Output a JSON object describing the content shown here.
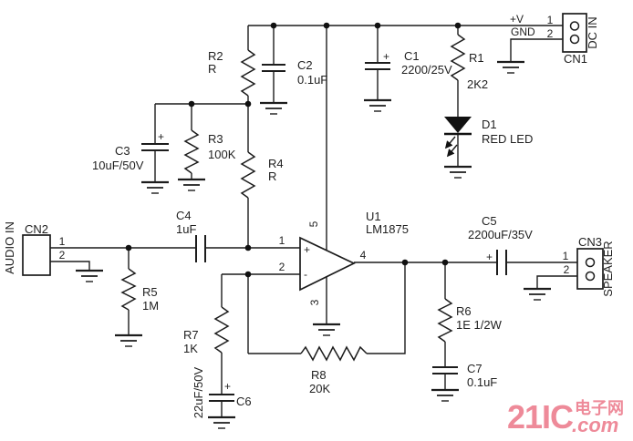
{
  "description": "LM1875 audio power amplifier schematic",
  "power": {
    "vplus": "+V",
    "gnd": "GND"
  },
  "ic": {
    "ref": "U1",
    "part": "LM1875",
    "pin_in_plus": "1",
    "pin_in_minus": "2",
    "pin_gnd": "3",
    "pin_out": "4",
    "pin_vcc": "5",
    "plus": "+",
    "minus": "-"
  },
  "resistors": {
    "R1": {
      "ref": "R1",
      "value": "2K2"
    },
    "R2": {
      "ref": "R2",
      "value": "R"
    },
    "R3": {
      "ref": "R3",
      "value": "100K"
    },
    "R4": {
      "ref": "R4",
      "value": "R"
    },
    "R5": {
      "ref": "R5",
      "value": "1M"
    },
    "R6": {
      "ref": "R6",
      "value": "1E 1/2W"
    },
    "R7": {
      "ref": "R7",
      "value": "1K"
    },
    "R8": {
      "ref": "R8",
      "value": "20K"
    }
  },
  "capacitors": {
    "C1": {
      "ref": "C1",
      "value": "2200/25V",
      "plus": "+"
    },
    "C2": {
      "ref": "C2",
      "value": "0.1uF"
    },
    "C3": {
      "ref": "C3",
      "value": "10uF/50V",
      "plus": "+"
    },
    "C4": {
      "ref": "C4",
      "value": "1uF"
    },
    "C5": {
      "ref": "C5",
      "value": "2200uF/35V",
      "plus": "+"
    },
    "C6": {
      "ref": "C6",
      "value": "22uF/50V",
      "plus": "+"
    },
    "C7": {
      "ref": "C7",
      "value": "0.1uF"
    }
  },
  "diode": {
    "ref": "D1",
    "value": "RED LED"
  },
  "connectors": {
    "CN1": {
      "name": "CN1",
      "role": "DC IN",
      "pin1": "1",
      "pin2": "2"
    },
    "CN2": {
      "name": "CN2",
      "role": "AUDIO IN",
      "pin1": "1",
      "pin2": "2"
    },
    "CN3": {
      "name": "CN3",
      "role": "SPEAKER",
      "pin1": "1",
      "pin2": "2"
    }
  },
  "watermark": {
    "brand": "21IC",
    "cn": "电子网",
    "com": ".com",
    "color": "#ee8a99"
  }
}
